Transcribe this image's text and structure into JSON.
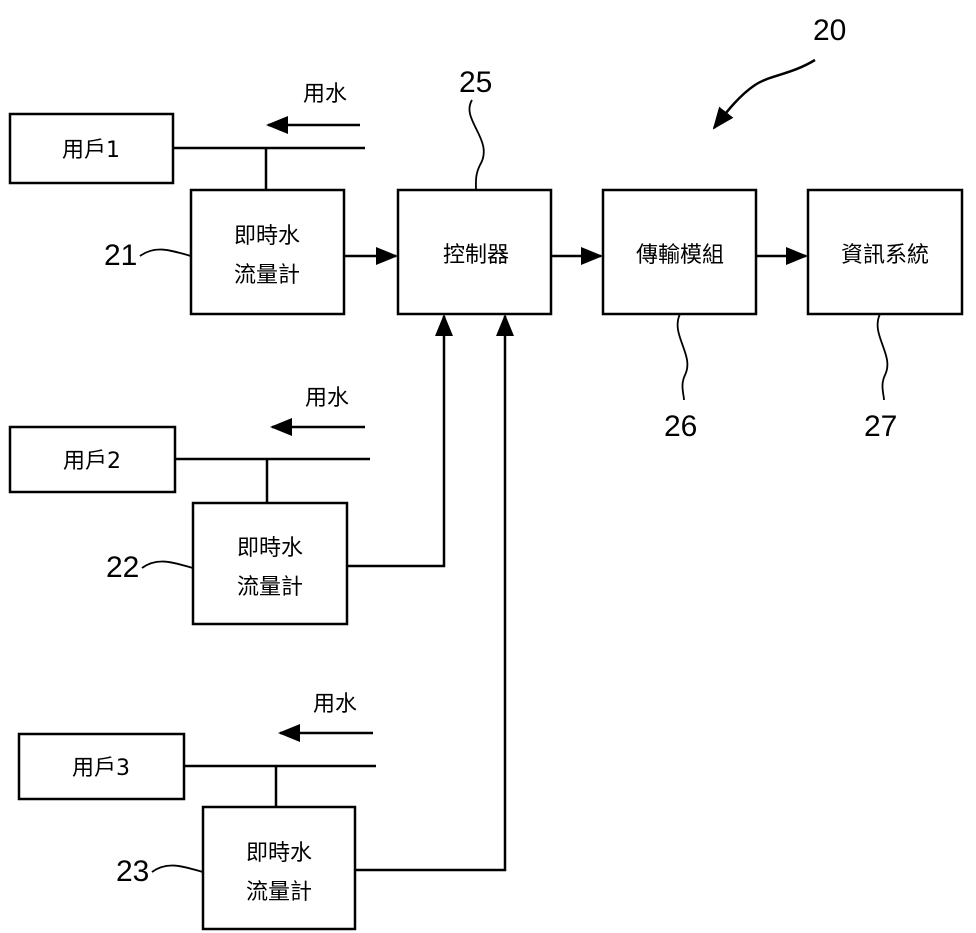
{
  "diagram": {
    "system_ref": "20",
    "users": [
      {
        "label": "用戶1",
        "water_label": "用水",
        "meter_line1": "即時水",
        "meter_line2": "流量計",
        "meter_ref": "21"
      },
      {
        "label": "用戶2",
        "water_label": "用水",
        "meter_line1": "即時水",
        "meter_line2": "流量計",
        "meter_ref": "22"
      },
      {
        "label": "用戶3",
        "water_label": "用水",
        "meter_line1": "即時水",
        "meter_line2": "流量計",
        "meter_ref": "23"
      }
    ],
    "controller": {
      "label": "控制器",
      "ref": "25"
    },
    "transmission": {
      "label": "傳輸模組",
      "ref": "26"
    },
    "info_system": {
      "label": "資訊系統",
      "ref": "27"
    }
  }
}
